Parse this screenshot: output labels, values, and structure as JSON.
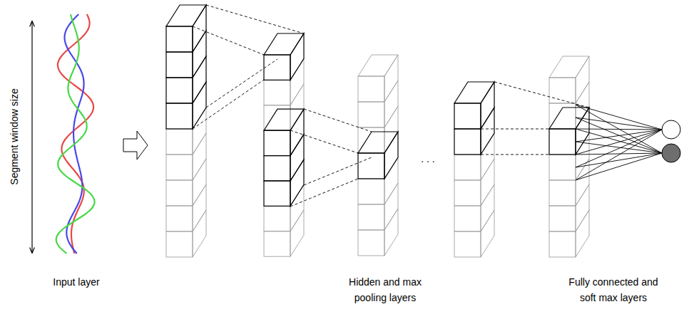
{
  "diagram": {
    "labels": [
      "Segment window size",
      "Input layer",
      ". . .",
      "Hidden and max pooling layers",
      "Fully connected and soft max layers"
    ]
  }
}
